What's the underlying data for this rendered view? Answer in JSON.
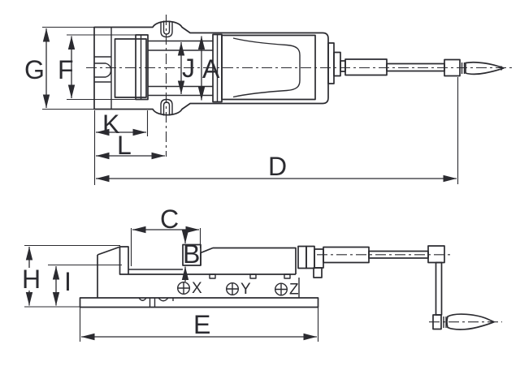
{
  "colors": {
    "line": "#2b2b30",
    "background": "#ffffff"
  },
  "drawing": {
    "top_view": {
      "dims": {
        "G": "G",
        "F": "F",
        "J": "J",
        "A": "A",
        "K": "K",
        "L": "L",
        "D": "D"
      }
    },
    "side_view": {
      "dims": {
        "C": "C",
        "B": "B",
        "H": "H",
        "I": "I",
        "E": "E"
      },
      "datum_markers": [
        {
          "symbol": "circle-cross",
          "letter": "X"
        },
        {
          "symbol": "circle-cross",
          "letter": "Y"
        },
        {
          "symbol": "circle-cross",
          "letter": "Z"
        }
      ]
    }
  }
}
